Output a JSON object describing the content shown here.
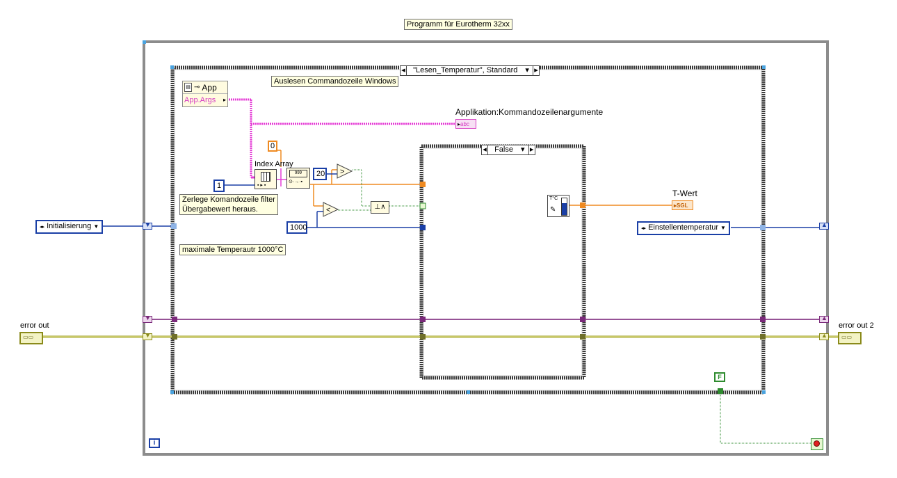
{
  "title_label": "Programm für Eurotherm 32xx",
  "case_selector": "\"Lesen_Temperatur\", Standard",
  "inner_case_selector": "False",
  "comments": {
    "auslesen": "Auslesen Commandozeile Windows",
    "zerlege_line1": "Zerlege Komandozeile filter",
    "zerlege_line2": "Übergabewert heraus.",
    "max_temp": "maximale Temperautr 1000°C"
  },
  "labels": {
    "index_array": "Index Array",
    "applikation": "Applikation:Kommandozeilenargumente",
    "t_wert": "T-Wert",
    "error_out": "error out",
    "error_out_2": "error out 2"
  },
  "property_node": {
    "class": "App",
    "property": "App.Args"
  },
  "constants": {
    "index": "1",
    "zero": "0",
    "twenty": "20",
    "thousand": "1000",
    "false_const": "F"
  },
  "enums": {
    "initialisierung": "Initialisierung",
    "einstellentemperatur": "Einstellentemperatur"
  },
  "indicators": {
    "abc": "abc",
    "sgl": "SGL"
  },
  "loop_info": "i",
  "colors": {
    "frame": "#8c8c8c",
    "case_border": "#2e2e2e",
    "wire_pink": "#e53cd6",
    "wire_blue": "#1a3fa6",
    "wire_orange": "#ef8a21",
    "wire_green": "#2e8b2e",
    "wire_error": "#9c9c1e",
    "wire_purple": "#7b2a7b",
    "label_bg": "#ffffe1"
  }
}
